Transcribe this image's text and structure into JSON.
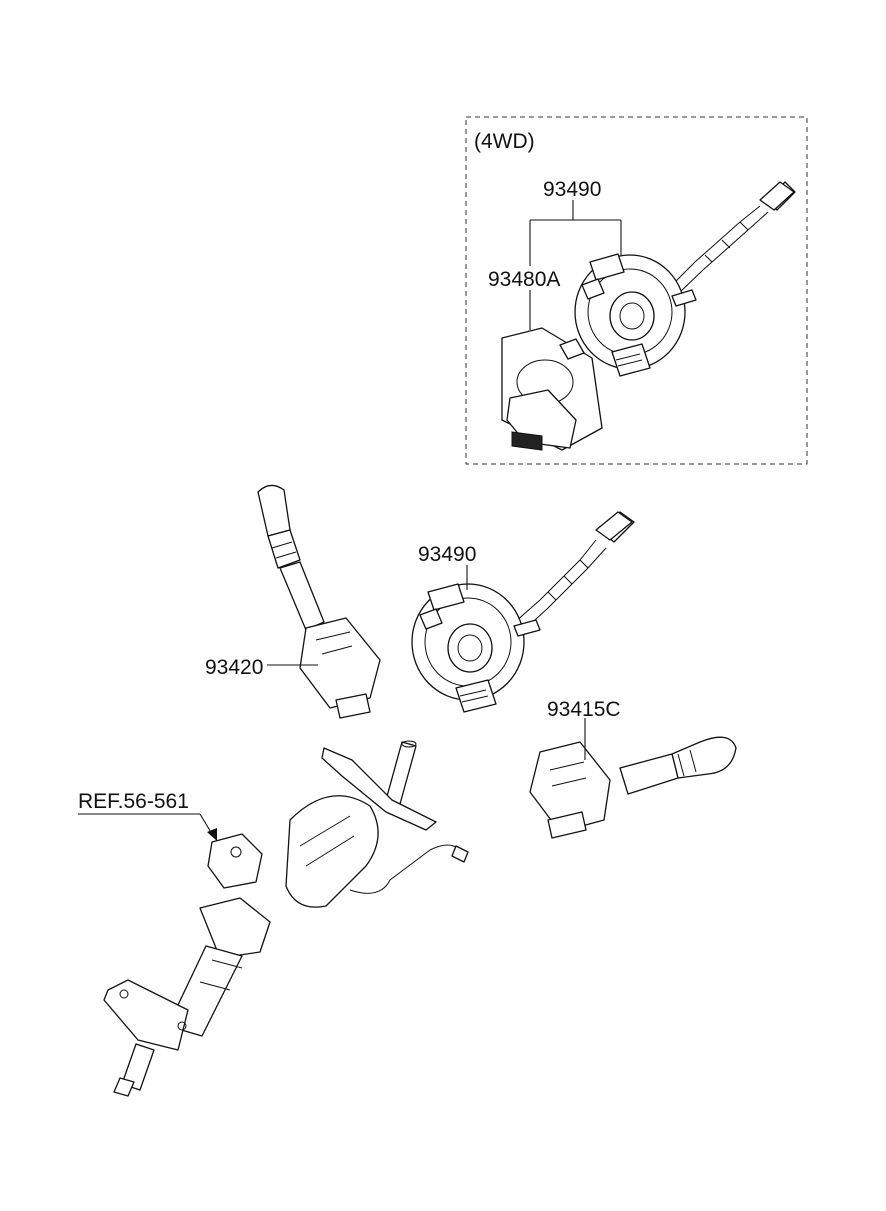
{
  "inset": {
    "variant_label": "(4WD)",
    "callouts": {
      "clock_spring_assy": "93490",
      "steering_angle_sensor": "93480A"
    }
  },
  "callouts": {
    "clock_spring": "93490",
    "light_switch": "93420",
    "wiper_switch": "93415C",
    "column_reference": "REF.56-561"
  },
  "colors": {
    "line": "#111111",
    "background": "#ffffff"
  }
}
